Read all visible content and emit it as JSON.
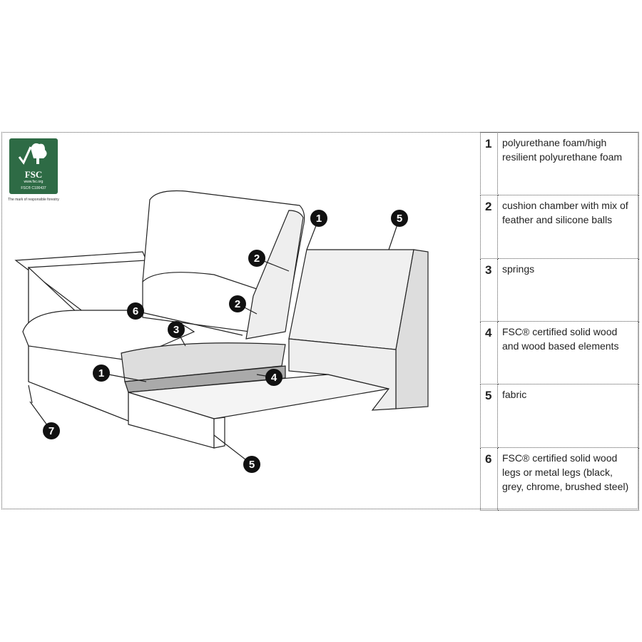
{
  "logo": {
    "name": "FSC",
    "url": "www.fsc.org",
    "code": "FSC® C100437",
    "tagline": "The mark of responsible forestry",
    "color": "#2e6b45"
  },
  "legend": [
    {
      "num": "1",
      "text": "polyurethane foam/high resilient polyurethane foam"
    },
    {
      "num": "2",
      "text": "cushion chamber with mix of feather and silicone balls"
    },
    {
      "num": "3",
      "text": "springs"
    },
    {
      "num": "4",
      "text": "FSC® certified solid wood and wood based elements"
    },
    {
      "num": "5",
      "text": "fabric"
    },
    {
      "num": "6",
      "text": "FSC® certified solid wood legs or metal legs (black, grey, chrome, brushed steel)"
    }
  ],
  "callouts": [
    "1",
    "2",
    "2",
    "6",
    "3",
    "1",
    "4",
    "5",
    "5",
    "7"
  ]
}
